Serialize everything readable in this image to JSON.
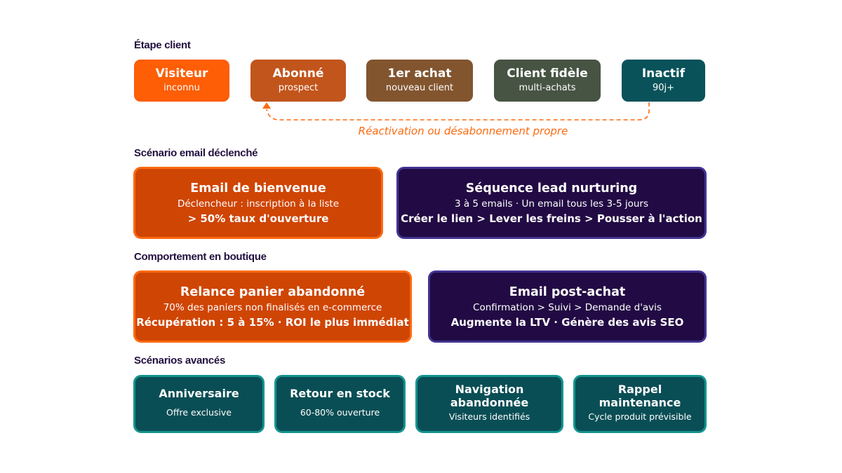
{
  "sections": {
    "stage": "Étape client",
    "trigger": "Scénario email déclenché",
    "store": "Comportement en boutique",
    "advanced": "Scénarios avancés"
  },
  "stages": [
    {
      "title": "Visiteur",
      "sub": "inconnu",
      "color": "#fd5e06"
    },
    {
      "title": "Abonné",
      "sub": "prospect",
      "color": "#c2551c"
    },
    {
      "title": "1er achat",
      "sub": "nouveau client",
      "color": "#82552f"
    },
    {
      "title": "Client fidèle",
      "sub": "multi-achats",
      "color": "#475443"
    },
    {
      "title": "Inactif",
      "sub": "90j+",
      "color": "#09525a"
    }
  ],
  "loop": {
    "caption": "Réactivation ou désabonnement propre",
    "from": "Inactif",
    "to": "Abonné",
    "color": "#fd6a10"
  },
  "trigger_cards": [
    {
      "title": "Email de bienvenue",
      "sub": "Déclencheur : inscription à la liste",
      "em": "> 50% taux d'ouverture"
    },
    {
      "title": "Séquence lead nurturing",
      "sub": "3 à 5 emails · Un email tous les 3-5 jours",
      "em": "Créer le lien > Lever les freins > Pousser à l'action"
    }
  ],
  "store_cards": [
    {
      "title": "Relance panier abandonné",
      "sub": "70% des paniers non finalisés en e-commerce",
      "em": "Récupération : 5 à 15% · ROI le plus immédiat"
    },
    {
      "title": "Email post-achat",
      "sub": "Confirmation > Suivi > Demande d'avis",
      "em": "Augmente la LTV · Génère des avis SEO"
    }
  ],
  "advanced_cards": [
    {
      "title": "Anniversaire",
      "sub": "Offre exclusive"
    },
    {
      "title": "Retour en stock",
      "sub": "60-80% ouverture"
    },
    {
      "title": "Navigation abandonnée",
      "sub": "Visiteurs identifiés"
    },
    {
      "title": "Rappel maintenance",
      "sub": "Cycle produit prévisible"
    }
  ]
}
